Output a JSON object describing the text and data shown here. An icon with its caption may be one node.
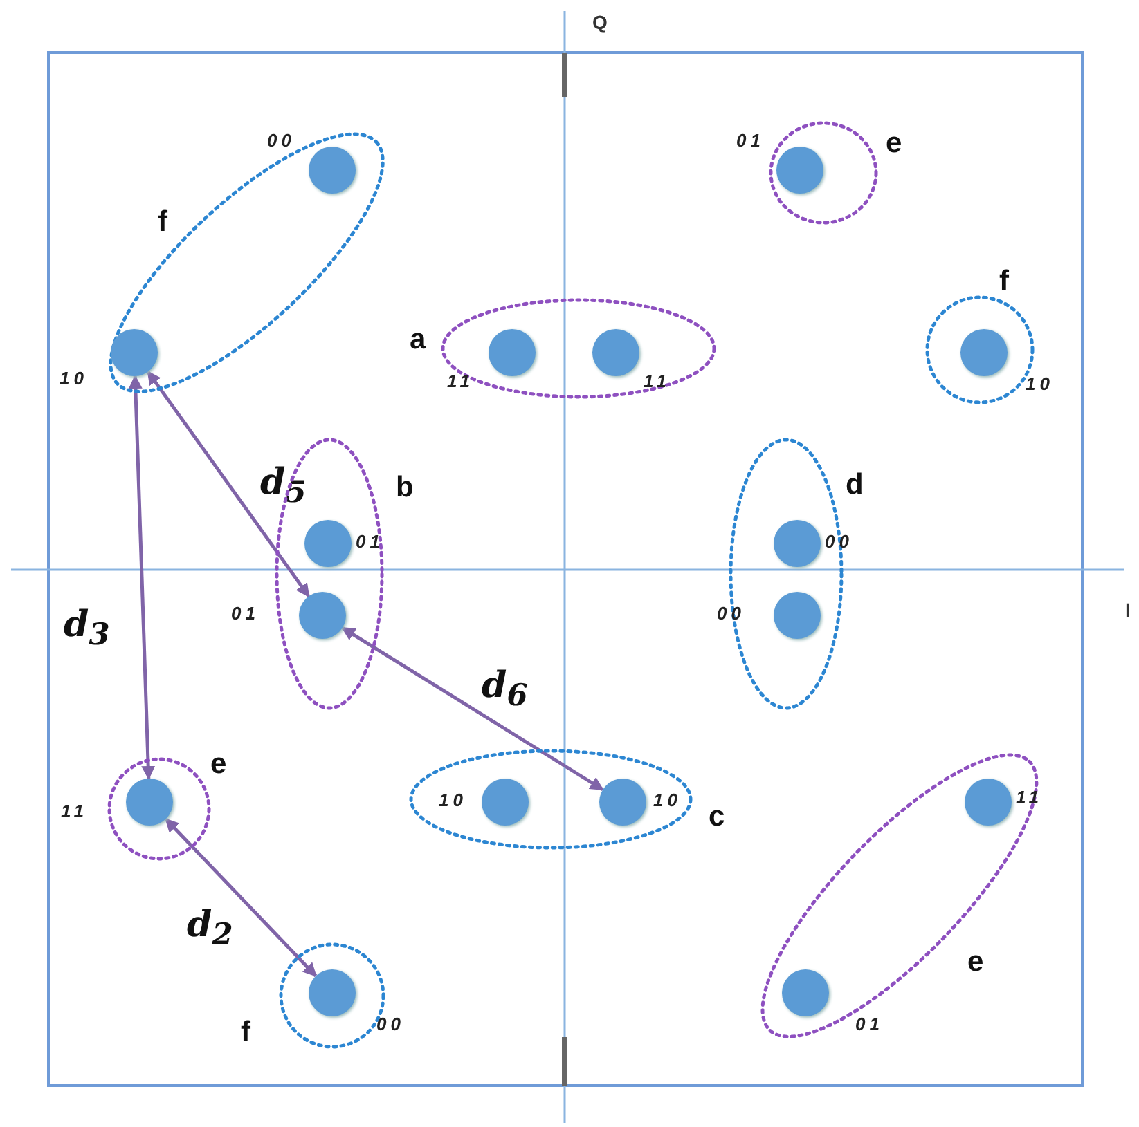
{
  "diagram": {
    "nodes": [
      {
        "text": [
          "f"
        ]
      },
      {
        "text": [],
        "shape": "circle",
        "beside": [
          "00"
        ],
        "in": 0
      },
      {
        "text": [],
        "shape": "circle",
        "beside": [
          "10"
        ],
        "in": 0
      },
      {
        "text": [
          "e"
        ]
      },
      {
        "text": [],
        "shape": "circle",
        "beside": [
          "01"
        ],
        "in": 3
      },
      {
        "text": [
          "a"
        ]
      },
      {
        "text": [],
        "shape": "circle",
        "beside": [
          "11"
        ],
        "in": 5
      },
      {
        "text": [],
        "shape": "circle",
        "beside": [
          "11"
        ],
        "in": 5
      },
      {
        "text": [
          "f"
        ]
      },
      {
        "text": [],
        "shape": "circle",
        "beside": [
          "10"
        ],
        "in": 8
      },
      {
        "text": [
          "b"
        ]
      },
      {
        "text": [],
        "shape": "circle",
        "beside": [
          "01"
        ],
        "in": 10
      },
      {
        "text": [],
        "shape": "circle",
        "beside": [
          "01"
        ],
        "in": 10
      },
      {
        "text": [
          "d"
        ]
      },
      {
        "text": [],
        "shape": "circle",
        "beside": [
          "00"
        ],
        "in": 13
      },
      {
        "text": [],
        "shape": "circle",
        "beside": [
          "00"
        ],
        "in": 13
      },
      {
        "text": [
          "e"
        ]
      },
      {
        "text": [],
        "shape": "circle",
        "beside": [
          "11"
        ],
        "in": 16
      },
      {
        "text": [
          "c"
        ]
      },
      {
        "text": [],
        "shape": "circle",
        "beside": [
          "10"
        ],
        "in": 18
      },
      {
        "text": [],
        "shape": "circle",
        "beside": [
          "10"
        ],
        "in": 18
      },
      {
        "text": [
          "e"
        ]
      },
      {
        "text": [],
        "shape": "circle",
        "beside": [
          "11"
        ],
        "in": 21
      },
      {
        "text": [],
        "shape": "circle",
        "beside": [
          "01"
        ],
        "in": 21
      },
      {
        "text": [
          "f"
        ]
      },
      {
        "text": [],
        "shape": "circle",
        "beside": [
          "00"
        ],
        "in": 24
      }
    ],
    "edges": [
      {
        "from": 2,
        "to": 17,
        "arrow": "both",
        "label": "d$_{3}$"
      },
      {
        "from": 2,
        "to": 12,
        "arrow": "both",
        "label": "d$_{5}$"
      },
      {
        "from": 12,
        "to": 20,
        "arrow": "both",
        "label": "d$_{6}$"
      },
      {
        "from": 17,
        "to": 25,
        "arrow": "both",
        "label": "d$_{2}$"
      }
    ],
    "labels": [
      "Q",
      "I"
    ]
  }
}
